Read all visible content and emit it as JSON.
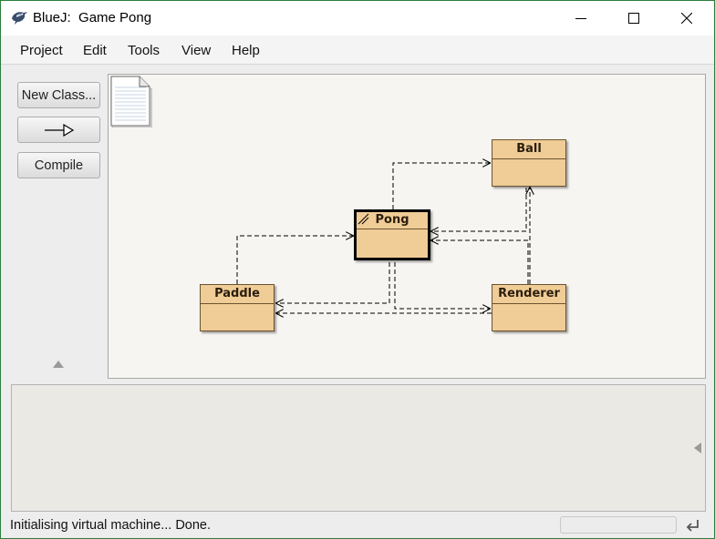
{
  "window": {
    "app_name": "BlueJ:",
    "project_title": "Game Pong",
    "title": "BlueJ:  Game Pong"
  },
  "menu": [
    "Project",
    "Edit",
    "Tools",
    "View",
    "Help"
  ],
  "toolbar": {
    "new_class_label": "New Class...",
    "compile_label": "Compile"
  },
  "classes": [
    {
      "id": "ball",
      "name": "Ball"
    },
    {
      "id": "pong",
      "name": "Pong",
      "selected": true
    },
    {
      "id": "paddle",
      "name": "Paddle"
    },
    {
      "id": "renderer",
      "name": "Renderer"
    }
  ],
  "status": {
    "message": "Initialising virtual machine... Done."
  },
  "colors": {
    "class_fill": "#f0cc96",
    "class_border": "#6b5331",
    "canvas_bg": "#f6f5f1",
    "window_border": "#2c7d3c"
  }
}
